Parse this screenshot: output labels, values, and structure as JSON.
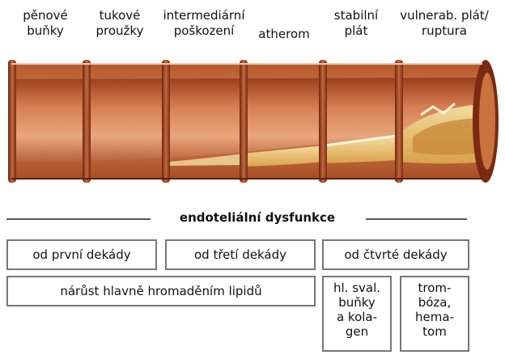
{
  "stages": [
    {
      "id": "foam-cells",
      "lines": [
        "pěnové",
        "buňky"
      ]
    },
    {
      "id": "fatty-streaks",
      "lines": [
        "tukové",
        "proužky"
      ]
    },
    {
      "id": "intermediate",
      "lines": [
        "intermediární",
        "poškození"
      ]
    },
    {
      "id": "atheroma",
      "lines": [
        "atherom"
      ]
    },
    {
      "id": "stable-plaque",
      "lines": [
        "stabilní",
        "plát"
      ]
    },
    {
      "id": "vulnerable-plaque",
      "lines": [
        "vulnerab. plát/",
        "ruptura"
      ]
    }
  ],
  "dysfunction": {
    "label": "endoteliální dysfunkce"
  },
  "decades": {
    "first": "od první dekády",
    "third": "od třetí dekády",
    "fourth": "od čtvrté dekády"
  },
  "growth": {
    "lipids": "nárůst hlavně hromaděním lipidů",
    "smooth_muscle": [
      "hl. sval.",
      "buňky",
      "a kola-",
      "gen"
    ],
    "thrombosis": [
      "trom-",
      "bóza,",
      "hema-",
      "tom"
    ]
  },
  "colors": {
    "artery_outer": "#c9743f",
    "artery_dark": "#7a2a12",
    "artery_inner": "#e8a57c",
    "plaque": "#e9c979",
    "plaque_core": "#d9a24a",
    "box_border": "#777777"
  }
}
